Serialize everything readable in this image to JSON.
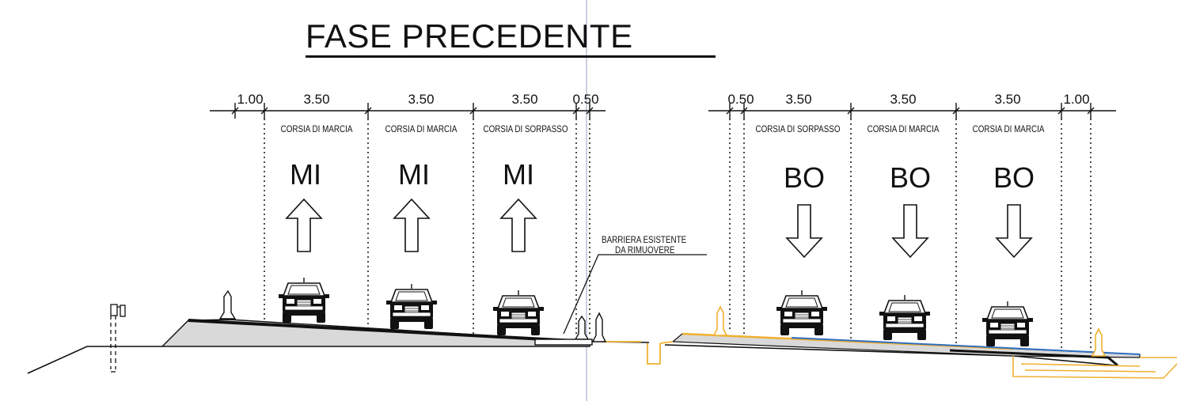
{
  "title": "FASE PRECEDENTE",
  "left_carriageway": {
    "dimensions": [
      "1.00",
      "3.50",
      "3.50",
      "3.50",
      "0.50"
    ],
    "lanes": [
      {
        "label": "CORSIA DI MARCIA",
        "direction": "MI",
        "arrow": "up-arrow-icon"
      },
      {
        "label": "CORSIA DI MARCIA",
        "direction": "MI",
        "arrow": "up-arrow-icon"
      },
      {
        "label": "CORSIA DI SORPASSO",
        "direction": "MI",
        "arrow": "up-arrow-icon"
      }
    ]
  },
  "right_carriageway": {
    "dimensions": [
      "0.50",
      "3.50",
      "3.50",
      "3.50",
      "1.00"
    ],
    "lanes": [
      {
        "label": "CORSIA DI SORPASSO",
        "direction": "BO",
        "arrow": "down-arrow-icon"
      },
      {
        "label": "CORSIA DI MARCIA",
        "direction": "BO",
        "arrow": "down-arrow-icon"
      },
      {
        "label": "CORSIA DI MARCIA",
        "direction": "BO",
        "arrow": "down-arrow-icon"
      }
    ]
  },
  "annotation": {
    "line1": "BARRIERA ESISTENTE",
    "line2": "DA RIMUOVERE"
  },
  "colors": {
    "ink": "#111111",
    "pavement_fill": "#d9d9d9",
    "new_layer": "#f0b030",
    "blue_layer": "#2f6fc0"
  }
}
